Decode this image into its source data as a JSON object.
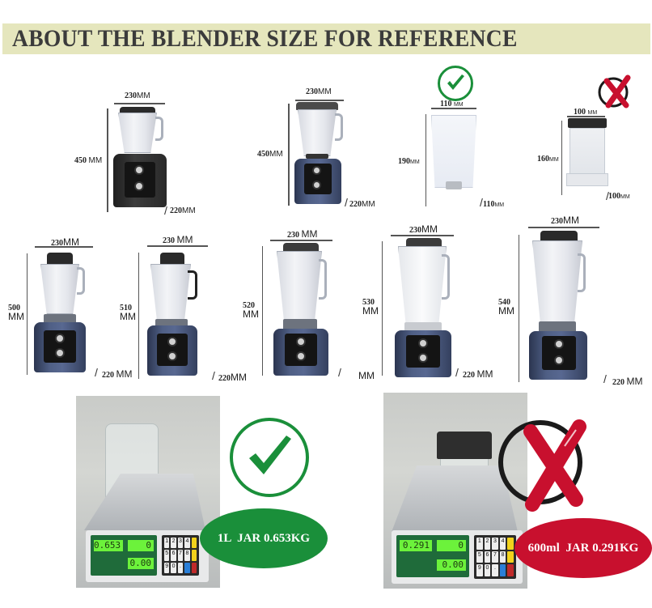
{
  "header": {
    "title": "ABOUT THE BLENDER SIZE FOR REFERENCE",
    "band_color": "#e5e6bd"
  },
  "colors": {
    "accept_green": "#1a8f3a",
    "reject_red": "#c8102e",
    "reject_ring": "#1a1a1a",
    "base_blue": "#4f5f85"
  },
  "row1": [
    {
      "id": "blender-black",
      "width": "230",
      "height": "450",
      "depth": "220",
      "unit": "MM",
      "base": "black"
    },
    {
      "id": "blender-blue",
      "width": "230",
      "height": "450",
      "depth": "220",
      "unit": "MM",
      "base": "blue"
    },
    {
      "id": "jar-110",
      "width": "110",
      "height": "190",
      "depth": "110",
      "unit": "MM",
      "status": "accepted",
      "status_icon": "check-icon"
    },
    {
      "id": "jar-100",
      "width": "100",
      "height": "160",
      "depth": "100",
      "unit": "MM",
      "status": "rejected",
      "status_icon": "cross-icon"
    }
  ],
  "row2": [
    {
      "id": "blender-500",
      "width": "230",
      "height": "500",
      "depth": "220",
      "unit": "MM"
    },
    {
      "id": "blender-510",
      "width": "230",
      "height": "510",
      "depth": "220",
      "unit": "MM"
    },
    {
      "id": "blender-520",
      "width": "230",
      "height": "520",
      "depth": "",
      "unit": "MM"
    },
    {
      "id": "blender-530",
      "width": "230",
      "height": "530",
      "depth": "220",
      "unit": "MM"
    },
    {
      "id": "blender-540",
      "width": "230",
      "height": "540",
      "depth": "220",
      "unit": "MM"
    }
  ],
  "weighing": [
    {
      "id": "weigh-1l",
      "status": "accepted",
      "label": "1L  JAR 0.653KG",
      "lcd_weight": "0.653",
      "lcd_price": "0",
      "lcd_total": "0.00",
      "keys": [
        "1",
        "2",
        "3",
        "4",
        "",
        "5",
        "6",
        "7",
        "8",
        "",
        "9",
        "0",
        ".",
        "",
        ""
      ]
    },
    {
      "id": "weigh-600ml",
      "status": "rejected",
      "label": "600ml  JAR 0.291KG",
      "lcd_weight": "0.291",
      "lcd_price": "0",
      "lcd_total": "0.00",
      "keys": [
        "1",
        "2",
        "3",
        "4",
        "",
        "5",
        "6",
        "7",
        "8",
        "",
        "9",
        "0",
        ".",
        "",
        ""
      ]
    }
  ]
}
